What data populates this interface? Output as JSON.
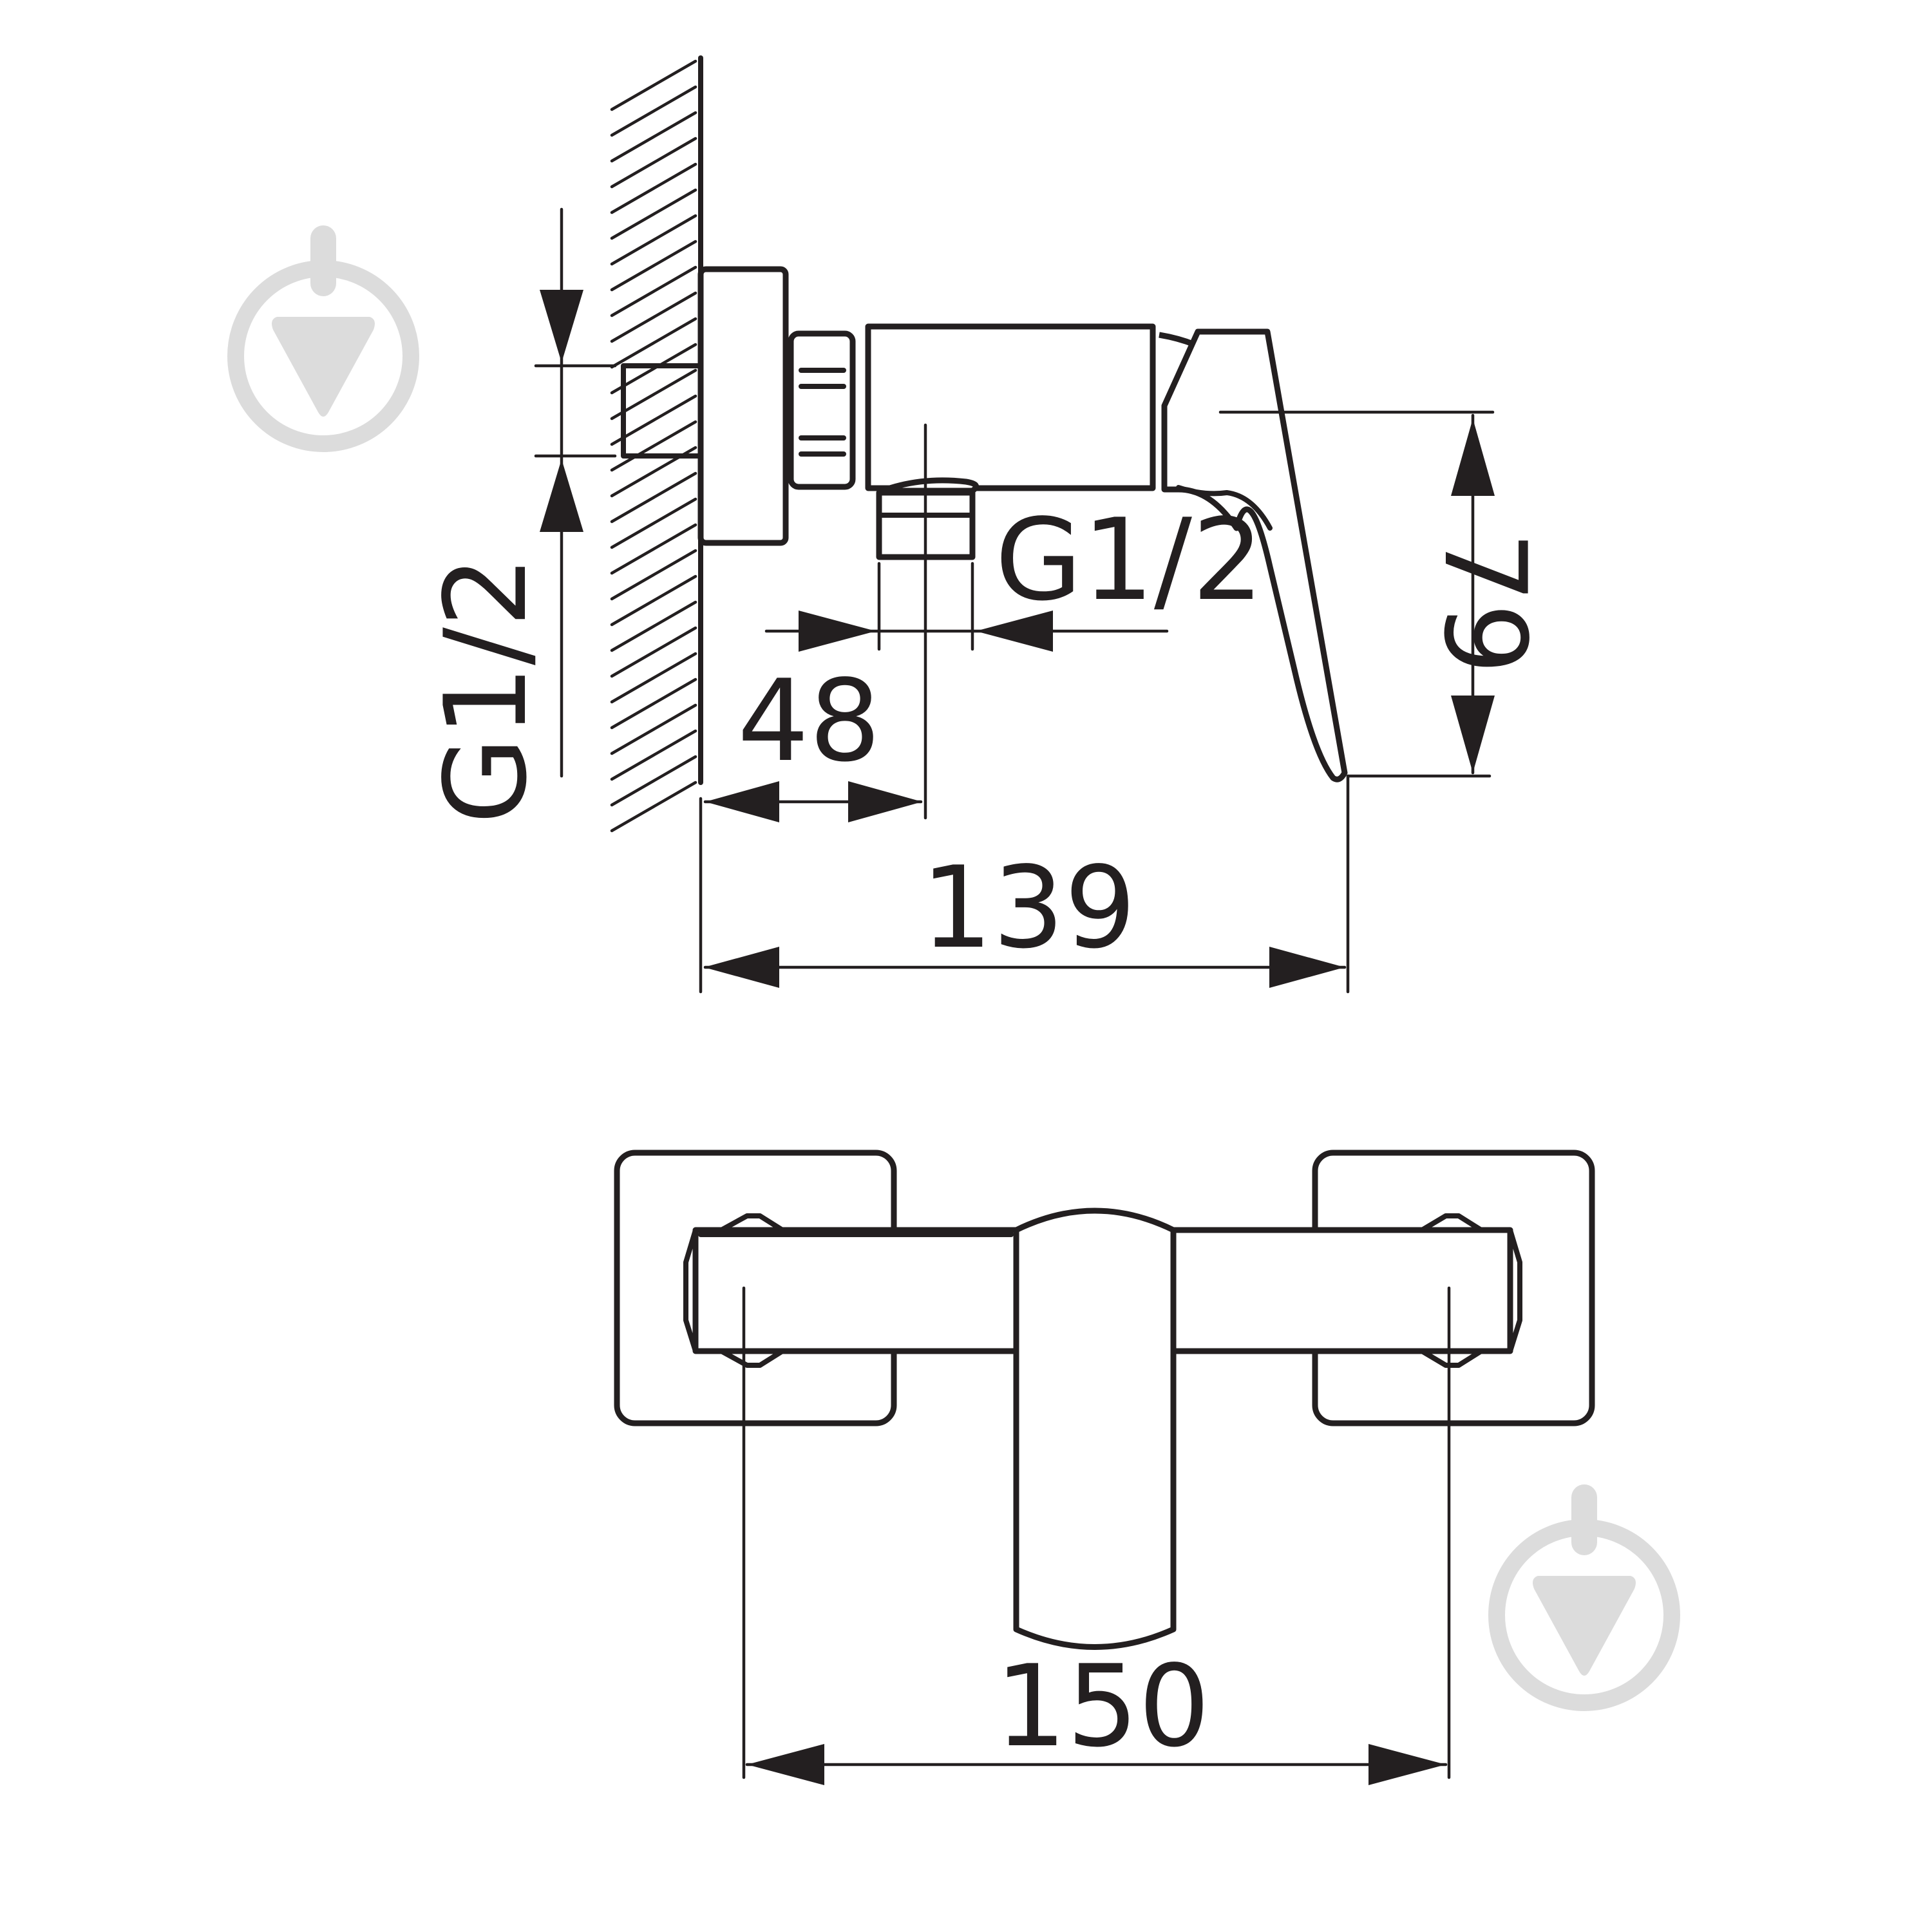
{
  "drawing": {
    "line_color": "#231f20",
    "logo_color": "#dcdcdc",
    "dimensions": {
      "side_inlet_thread": "G1/2",
      "side_outlet_thread": "G1/2",
      "outlet_offset": "48",
      "overall_depth": "139",
      "spout_height": "79",
      "inlet_spacing": "150"
    }
  },
  "logos": [
    {
      "icon": "drop-arrow-logo-icon"
    },
    {
      "icon": "drop-arrow-logo-icon"
    }
  ]
}
